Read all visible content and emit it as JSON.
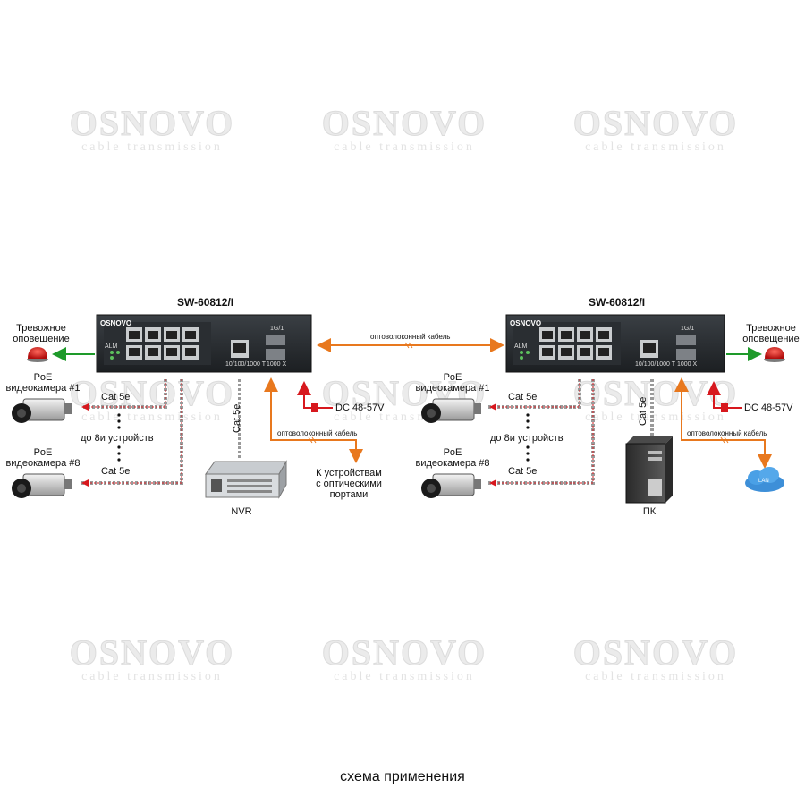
{
  "watermark": {
    "brand": "OSNOVO",
    "tagline": "cable transmission"
  },
  "switch_model": "SW-60812/I",
  "switch_brand": "OSNOVO",
  "switch_port_labels": {
    "copper": "10/100/1000 T",
    "fiber": "1000 X",
    "sfp": "1G/1",
    "alarm": "ALM"
  },
  "labels": {
    "alarm": [
      "Тревожное",
      "оповещение"
    ],
    "camera1": [
      "PoE",
      "видеокамера #1"
    ],
    "camera8": [
      "PoE",
      "видеокамера #8"
    ],
    "cable": "Cat 5e",
    "devices": "до 8и  устройств",
    "power": "DC 48-57V",
    "fiber": "оптоволоконный кабель",
    "nvr": "NVR",
    "optic_devices": [
      "К устройствам",
      "с оптическими",
      "портами"
    ],
    "pc": "ПК",
    "lan": "LAN"
  },
  "caption": "схема применения"
}
